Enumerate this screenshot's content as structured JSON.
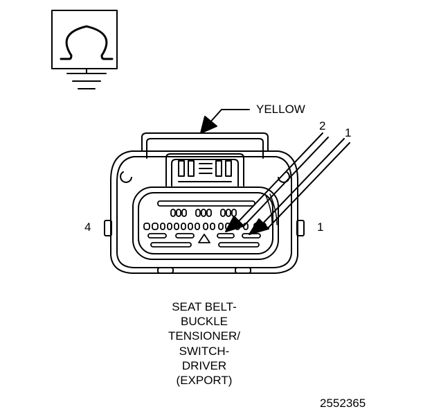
{
  "wire_color": "YELLOW",
  "pin_labels": {
    "pin2": "2",
    "pin1": "1",
    "left": "4",
    "right": "1"
  },
  "caption_lines": [
    "SEAT BELT-",
    "BUCKLE",
    "TENSIONER/",
    "SWITCH-",
    "DRIVER",
    "(EXPORT)"
  ],
  "figure_number": "2552365",
  "icons": {
    "meter": "ohmmeter-ground-icon"
  }
}
